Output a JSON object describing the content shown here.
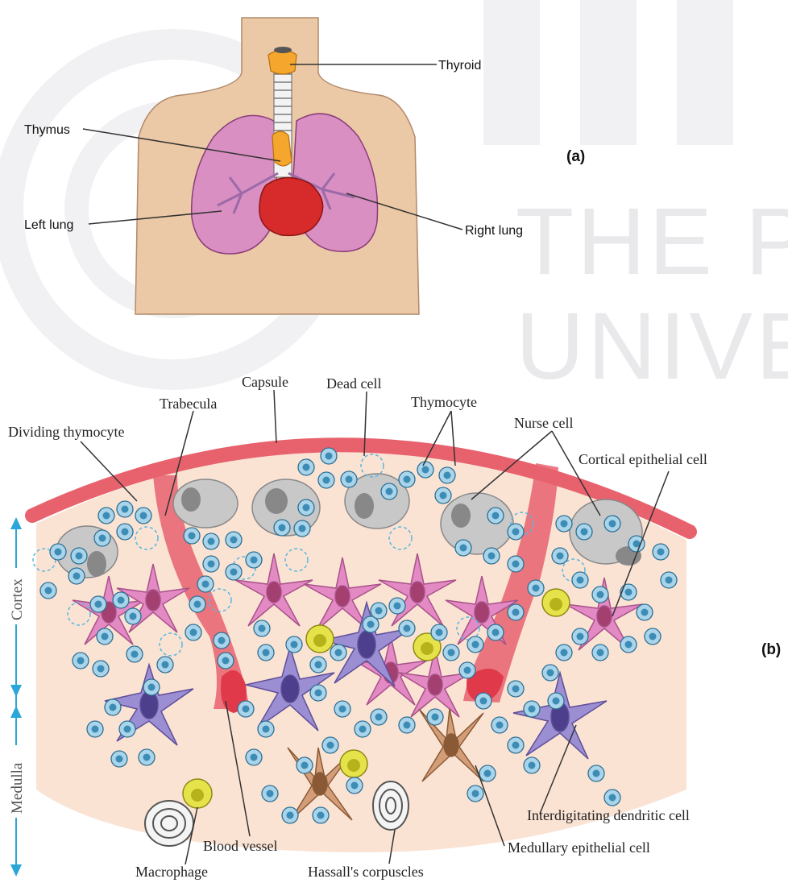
{
  "watermark": {
    "line1": "THE PE",
    "line2": "UNIVE"
  },
  "panel_a": {
    "tag": "(a)",
    "labels": {
      "thyroid": "Thyroid",
      "thymus": "Thymus",
      "left_lung": "Left lung",
      "right_lung": "Right lung"
    }
  },
  "panel_b": {
    "tag": "(b)",
    "labels": {
      "capsule": "Capsule",
      "trabecula": "Trabecula",
      "dead_cell": "Dead cell",
      "thymocyte": "Thymocyte",
      "dividing_thymocyte": "Dividing thymocyte",
      "nurse_cell": "Nurse cell",
      "cortical_epithelial_cell": "Cortical epithelial cell",
      "interdigitating_dendritic_cell": "Interdigitating dendritic cell",
      "blood_vessel": "Blood vessel",
      "medullary_epithelial_cell": "Medullary epithelial cell",
      "macrophage": "Macrophage",
      "hassalls_corpuscles": "Hassall's corpuscles"
    },
    "side_labels": {
      "cortex": "Cortex",
      "medulla": "Medulla"
    }
  },
  "colors": {
    "skin": "#ecc9a6",
    "lung": "#d98fc2",
    "heart": "#d72a2a",
    "thymus": "#f5a62c",
    "tissue": "#fbe3d4",
    "capsule": "#e8626e",
    "thymocyte": "#a9d4ea",
    "nurse_cell": "#c8c8c8",
    "epithelial": "#e389c4",
    "dendritic": "#9c8ed3",
    "macrophage": "#e6e24a",
    "medullary": "#d39d78",
    "arrow": "#2aa6d9"
  }
}
